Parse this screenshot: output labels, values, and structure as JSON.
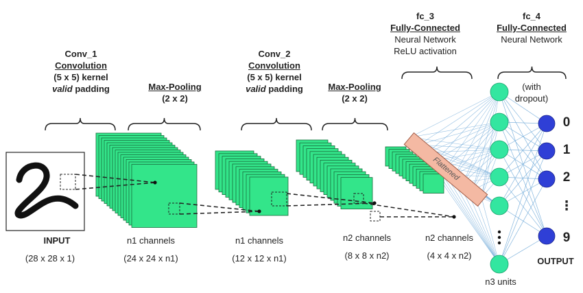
{
  "input": {
    "label": "INPUT",
    "dims": "(28 x 28 x 1)"
  },
  "conv1": {
    "name": "Conv_1",
    "type": "Convolution",
    "kernel": "(5 x 5) kernel",
    "padding_word": "valid",
    "padding_rest": " padding",
    "channels": "n1 channels",
    "dims": "(24 x 24 x n1)"
  },
  "pool1": {
    "type": "Max-Pooling",
    "size": "(2 x 2)",
    "channels": "n1 channels",
    "dims": "(12 x 12 x n1)"
  },
  "conv2": {
    "name": "Conv_2",
    "type": "Convolution",
    "kernel": "(5 x 5) kernel",
    "padding_word": "valid",
    "padding_rest": " padding",
    "channels": "n2 channels",
    "dims": "(8 x 8 x n2)"
  },
  "pool2": {
    "type": "Max-Pooling",
    "size": "(2 x 2)",
    "channels": "n2 channels",
    "dims": "(4 x 4 x n2)"
  },
  "flattened": "Flattened",
  "fc3": {
    "name": "fc_3",
    "type": "Fully-Connected",
    "line1": "Neural Network",
    "line2": "ReLU activation",
    "units": "n3 units"
  },
  "fc4": {
    "name": "fc_4",
    "type": "Fully-Connected",
    "line1": "Neural Network",
    "dropout1": "(with",
    "dropout2": "dropout)"
  },
  "outputs": {
    "labels": [
      "0",
      "1",
      "2",
      "⋮",
      "9"
    ],
    "title": "OUTPUT"
  },
  "colors": {
    "feature_map": "#33e58a",
    "feature_edge": "#1a6b3c",
    "neuron": "#33e6a0",
    "output_node": "#2f3fd6",
    "flatten_bar": "#f4b9a3",
    "connection": "#6fa9d8"
  }
}
